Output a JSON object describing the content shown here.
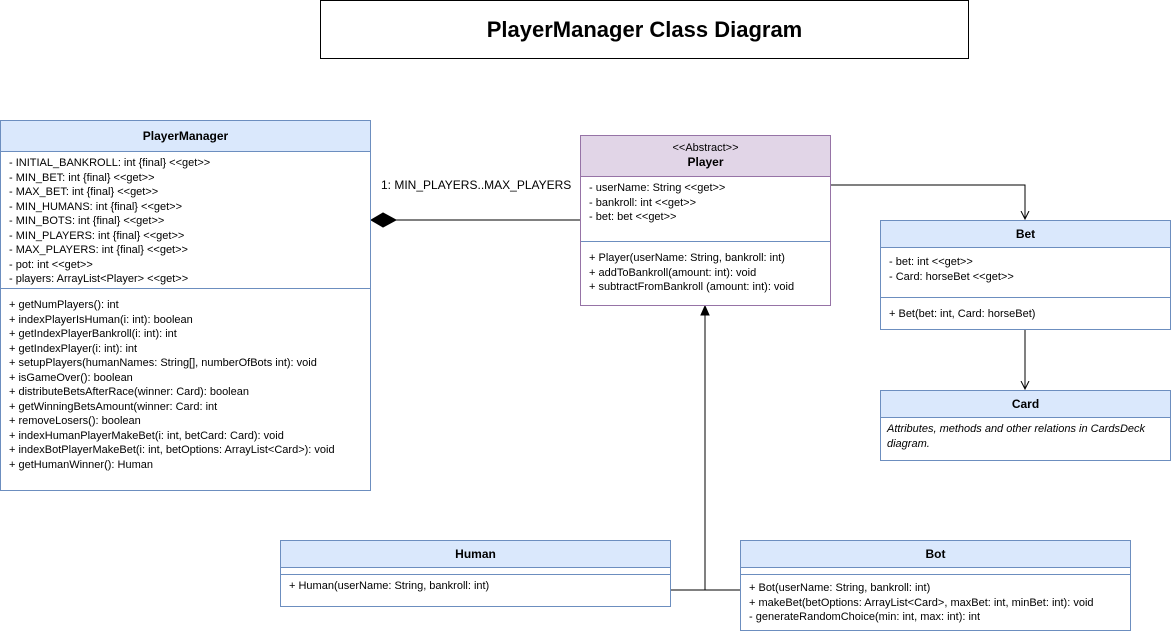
{
  "title": "PlayerManager Class Diagram",
  "multiplicity": "1: MIN_PLAYERS..MAX_PLAYERS",
  "classes": {
    "player_manager": {
      "name": "PlayerManager",
      "attributes": [
        "- INITIAL_BANKROLL: int {final} <<get>>",
        "- MIN_BET: int {final} <<get>>",
        "- MAX_BET: int {final} <<get>>",
        "- MIN_HUMANS: int {final} <<get>>",
        "- MIN_BOTS: int {final} <<get>>",
        "- MIN_PLAYERS: int {final} <<get>>",
        "- MAX_PLAYERS: int {final} <<get>>",
        "- pot: int <<get>>",
        "- players: ArrayList<Player> <<get>>"
      ],
      "methods": [
        "+ getNumPlayers(): int",
        "+ indexPlayerIsHuman(i: int): boolean",
        "+ getIndexPlayerBankroll(i: int): int",
        "+ getIndexPlayer(i: int): int",
        "+ setupPlayers(humanNames: String[], numberOfBots int): void",
        "+ isGameOver(): boolean",
        "+ distributeBetsAfterRace(winner: Card): boolean",
        "+ getWinningBetsAmount(winner: Card: int",
        "+ removeLosers(): boolean",
        "+ indexHumanPlayerMakeBet(i: int, betCard: Card): void",
        "+ indexBotPlayerMakeBet(i: int, betOptions: ArrayList<Card>): void",
        "+ getHumanWinner(): Human"
      ]
    },
    "player": {
      "stereotype": "<<Abstract>>",
      "name": "Player",
      "attributes": [
        "- userName: String <<get>>",
        "- bankroll: int <<get>>",
        "- bet: bet <<get>>"
      ],
      "methods": [
        "+ Player(userName: String, bankroll: int)",
        "+ addToBankroll(amount: int): void",
        "+ subtractFromBankroll (amount: int): void"
      ]
    },
    "bet": {
      "name": "Bet",
      "attributes": [
        "- bet: int <<get>>",
        "- Card: horseBet <<get>>"
      ],
      "methods": [
        "+ Bet(bet: int, Card: horseBet)"
      ]
    },
    "card": {
      "name": "Card",
      "note": "Attributes, methods and other relations in CardsDeck diagram."
    },
    "human": {
      "name": "Human",
      "methods": [
        "+ Human(userName: String, bankroll: int)"
      ]
    },
    "bot": {
      "name": "Bot",
      "methods": [
        "+ Bot(userName: String, bankroll: int)",
        "+ makeBet(betOptions: ArrayList<Card>, maxBet: int, minBet: int): void",
        "- generateRandomChoice(min: int, max: int): int"
      ]
    }
  }
}
